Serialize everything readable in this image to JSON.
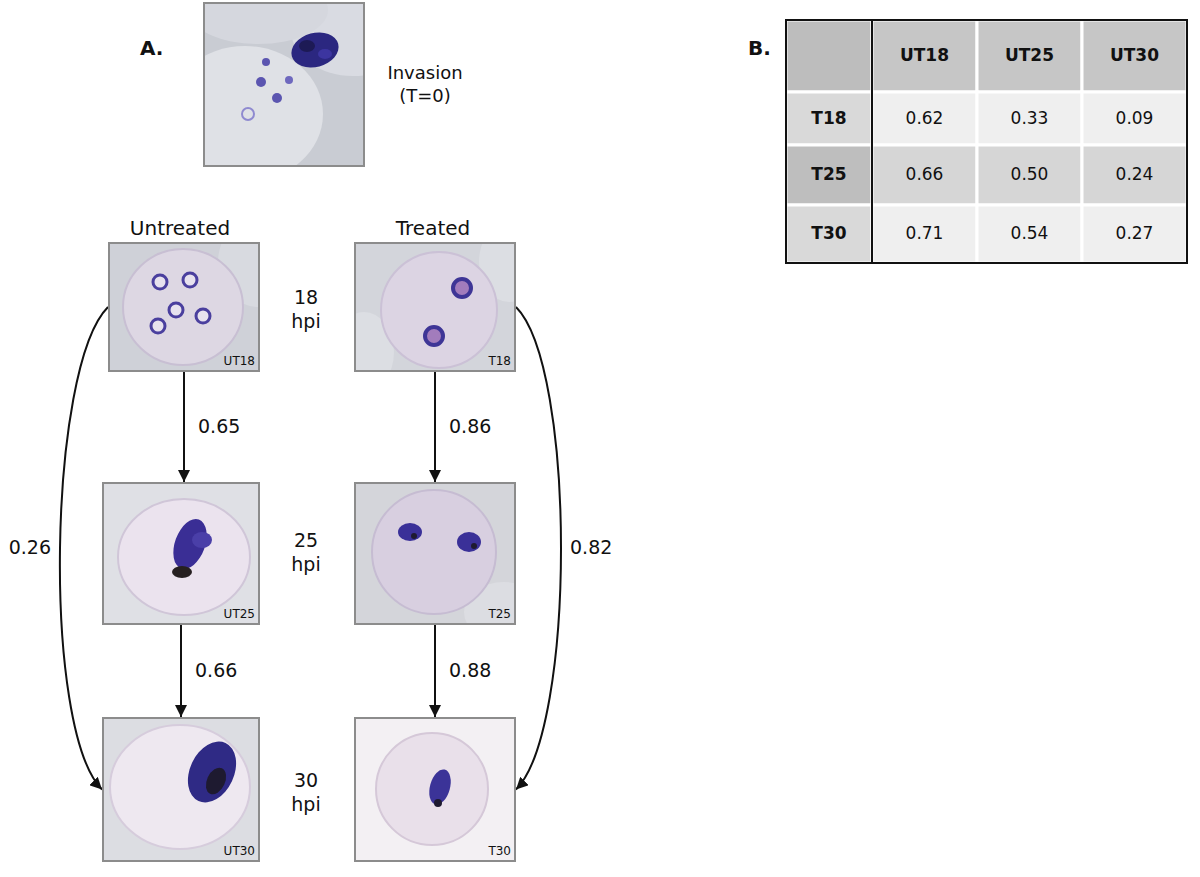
{
  "diagram": {
    "nodes": [
      {
        "text": [
          "Invasion (T=0)"
        ]
      },
      {
        "text": [
          "UT18"
        ]
      },
      {
        "text": [
          "UT25"
        ]
      },
      {
        "text": [
          "UT30"
        ]
      },
      {
        "text": [
          "T18"
        ]
      },
      {
        "text": [
          "T25"
        ]
      },
      {
        "text": [
          "T30"
        ]
      }
    ],
    "edges": [
      {
        "from": 1,
        "to": 2,
        "arrow": "to",
        "label": "0.65"
      },
      {
        "from": 2,
        "to": 3,
        "arrow": "to",
        "label": "0.66"
      },
      {
        "from": 1,
        "to": 3,
        "arrow": "to",
        "label": "0.26"
      },
      {
        "from": 4,
        "to": 5,
        "arrow": "to",
        "label": "0.86"
      },
      {
        "from": 5,
        "to": 6,
        "arrow": "to",
        "label": "0.88"
      },
      {
        "from": 4,
        "to": 6,
        "arrow": "to",
        "label": "0.82"
      }
    ],
    "labels": [
      "A.",
      "Untreated",
      "Treated",
      "18 hpi",
      "25 hpi",
      "30 hpi",
      "B.",
      "UT18",
      "UT25",
      "UT30",
      "T18",
      "0.62",
      "0.33",
      "0.09",
      "T25",
      "0.66",
      "0.50",
      "0.24",
      "T30",
      "0.71",
      "0.54",
      "0.27"
    ]
  }
}
